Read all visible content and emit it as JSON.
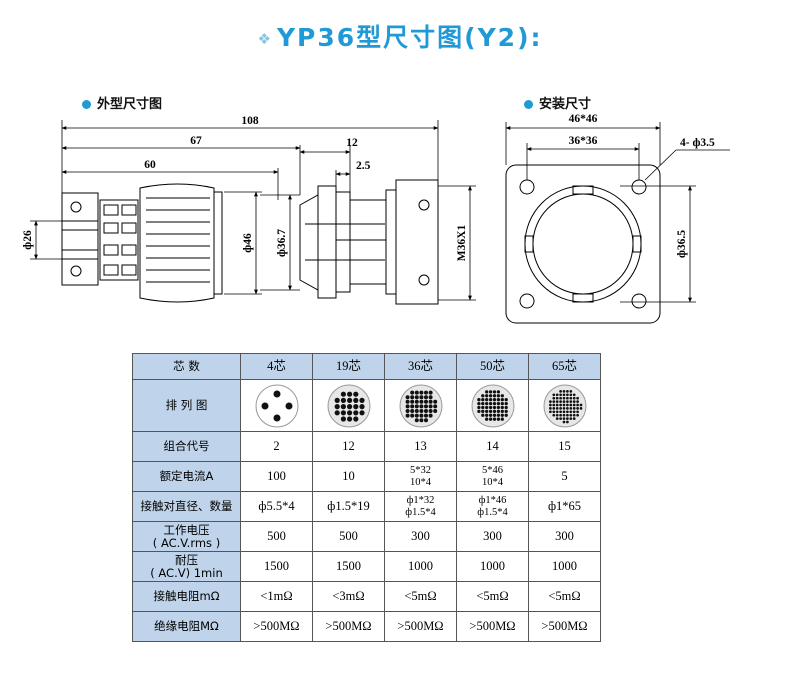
{
  "title": "YP36型尺寸图(Y2):",
  "title_decoration": "❖",
  "sections": {
    "outline": "外型尺寸图",
    "install": "安装尺寸"
  },
  "dims": {
    "d108": "108",
    "d67": "67",
    "d60": "60",
    "d12": "12",
    "d2_5": "2.5",
    "d26": "ф26",
    "d46": "ф46",
    "d36_7": "ф36.7",
    "m36": "M36X1",
    "sq46": "46*46",
    "sq36": "36*36",
    "holes": "4- ф3.5",
    "d36_5": "ф36.5"
  },
  "table": {
    "rows": [
      {
        "label": "芯    数",
        "values": [
          "4芯",
          "19芯",
          "36芯",
          "50芯",
          "65芯"
        ]
      },
      {
        "label": "排 列 图",
        "values": [
          "",
          "",
          "",
          "",
          ""
        ]
      },
      {
        "label": "组合代号",
        "values": [
          "2",
          "12",
          "13",
          "14",
          "15"
        ]
      },
      {
        "label": "额定电流A",
        "values": [
          [
            "100"
          ],
          [
            "10"
          ],
          [
            "5*32",
            "10*4"
          ],
          [
            "5*46",
            "10*4"
          ],
          [
            "5"
          ]
        ]
      },
      {
        "label": "接触对直径、数量",
        "values": [
          [
            "ф5.5*4"
          ],
          [
            "ф1.5*19"
          ],
          [
            "ф1*32",
            "ф1.5*4"
          ],
          [
            "ф1*46",
            "ф1.5*4"
          ],
          [
            "ф1*65"
          ]
        ]
      },
      {
        "label": [
          "工作电压",
          "( AC.V.rms )"
        ],
        "values": [
          "500",
          "500",
          "300",
          "300",
          "300"
        ]
      },
      {
        "label": [
          "耐压",
          "( AC.V) 1min"
        ],
        "values": [
          "1500",
          "1500",
          "1000",
          "1000",
          "1000"
        ]
      },
      {
        "label": "接触电阻mΩ",
        "values": [
          "<1mΩ",
          "<3mΩ",
          "<5mΩ",
          "<5mΩ",
          "<5mΩ"
        ]
      },
      {
        "label": "绝缘电阻MΩ",
        "values": [
          ">500MΩ",
          ">500MΩ",
          ">500MΩ",
          ">500MΩ",
          ">500MΩ"
        ]
      }
    ]
  },
  "colors": {
    "title": "#1f9ad6",
    "header_fill": "#bfd4ea",
    "line": "#000000"
  }
}
